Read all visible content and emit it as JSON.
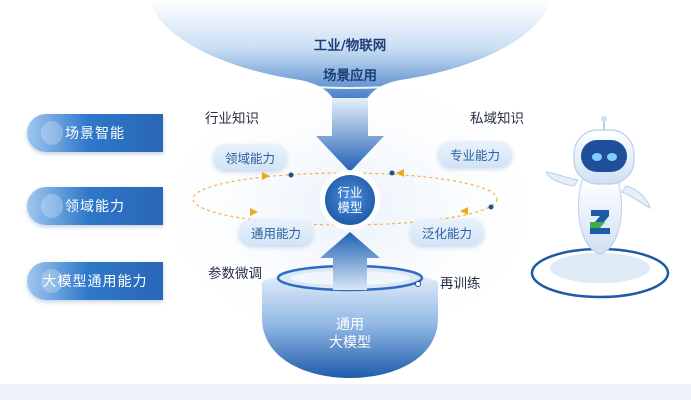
{
  "top": {
    "line1": "工业/物联网",
    "line2": "场景应用"
  },
  "center": {
    "line1": "行业",
    "line2": "模型"
  },
  "bottom": {
    "line1": "通用",
    "line2": "大模型"
  },
  "sidebar": {
    "items": [
      {
        "label": "场景智能"
      },
      {
        "label": "领域能力"
      },
      {
        "label": "大模型通用能力"
      }
    ]
  },
  "labels": {
    "industry_knowledge": "行业知识",
    "private_knowledge": "私域知识",
    "param_tuning": "参数微调",
    "retraining": "再训练"
  },
  "pills": {
    "domain": "领域能力",
    "professional": "专业能力",
    "general": "通用能力",
    "generalization": "泛化能力"
  },
  "colors": {
    "primary": "#2f78c9",
    "dark_blue": "#1f4f9a",
    "light_blue": "#d3e4f6",
    "accent_orange": "#f2a81d",
    "robot_logo_green": "#3fae49"
  }
}
